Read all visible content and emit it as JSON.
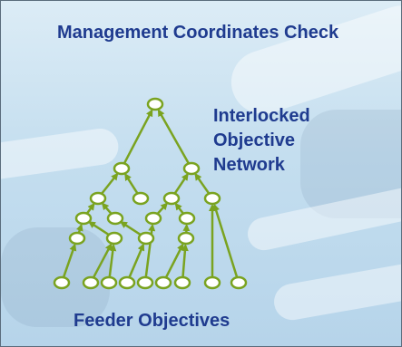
{
  "diagram": {
    "title": "Management Coordinates Check",
    "network_label": "Interlocked Objective Network",
    "feeder_label": "Feeder Objectives",
    "colors": {
      "arrow": "#7aa320",
      "node_stroke": "#7aa320",
      "node_fill": "#ffffff",
      "text": "#1f3b8f"
    },
    "nodes": [
      {
        "id": "n0"
      },
      {
        "id": "n1"
      },
      {
        "id": "n2"
      },
      {
        "id": "n3"
      },
      {
        "id": "n4"
      },
      {
        "id": "n5"
      },
      {
        "id": "n6"
      },
      {
        "id": "n7"
      },
      {
        "id": "n8"
      },
      {
        "id": "n9"
      },
      {
        "id": "n10"
      },
      {
        "id": "n11"
      },
      {
        "id": "n12"
      },
      {
        "id": "n13"
      },
      {
        "id": "n14"
      },
      {
        "id": "n15"
      },
      {
        "id": "n16"
      },
      {
        "id": "n17"
      },
      {
        "id": "n18"
      },
      {
        "id": "n19"
      },
      {
        "id": "n20"
      },
      {
        "id": "n21"
      },
      {
        "id": "n22"
      },
      {
        "id": "n23"
      },
      {
        "id": "n24"
      }
    ],
    "edges": [
      [
        "n1",
        "n0"
      ],
      [
        "n2",
        "n0"
      ],
      [
        "n3",
        "n1"
      ],
      [
        "n4",
        "n1"
      ],
      [
        "n5",
        "n2"
      ],
      [
        "n6",
        "n2"
      ],
      [
        "n7",
        "n3"
      ],
      [
        "n8",
        "n3"
      ],
      [
        "n9",
        "n5"
      ],
      [
        "n10",
        "n5"
      ],
      [
        "n11",
        "n7"
      ],
      [
        "n12",
        "n7"
      ],
      [
        "n13",
        "n8"
      ],
      [
        "n14",
        "n9"
      ],
      [
        "n15",
        "n10"
      ],
      [
        "n16",
        "n11"
      ],
      [
        "n17",
        "n12"
      ],
      [
        "n18",
        "n12"
      ],
      [
        "n19",
        "n13"
      ],
      [
        "n20",
        "n15"
      ],
      [
        "n21",
        "n15"
      ],
      [
        "n22",
        "n6"
      ],
      [
        "n23",
        "n6"
      ]
    ]
  }
}
